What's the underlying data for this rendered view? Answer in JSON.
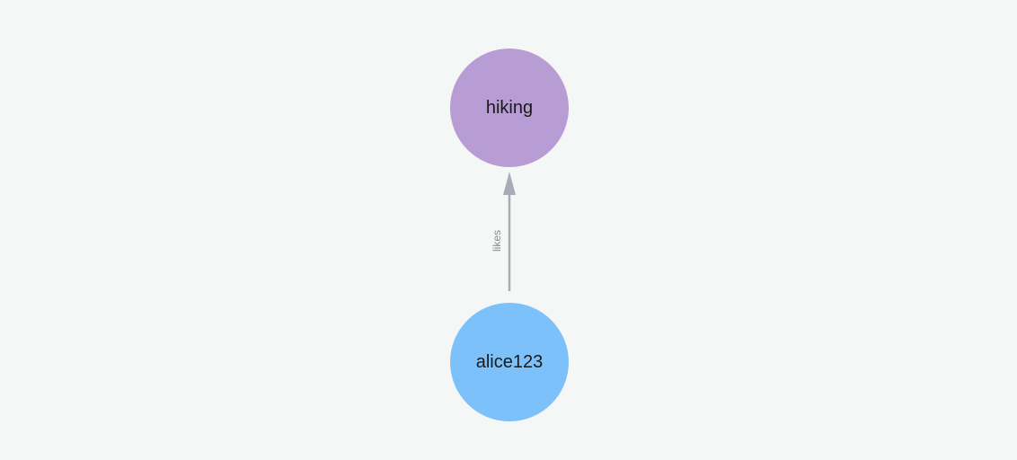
{
  "canvas": {
    "background": "#f5f6f6"
  },
  "graph": {
    "nodes": [
      {
        "id": "hiking",
        "label": "hiking",
        "fill": "#b79dd3",
        "text_color": "#1a1a1a",
        "shape": "circle"
      },
      {
        "id": "alice123",
        "label": "alice123",
        "fill": "#7cc1fa",
        "text_color": "#1a1a1a",
        "shape": "circle"
      }
    ],
    "edges": [
      {
        "from": "alice123",
        "to": "hiking",
        "label": "likes",
        "color": "#a8abb4",
        "label_color": "#8a8a8a",
        "direction": "up"
      }
    ]
  }
}
